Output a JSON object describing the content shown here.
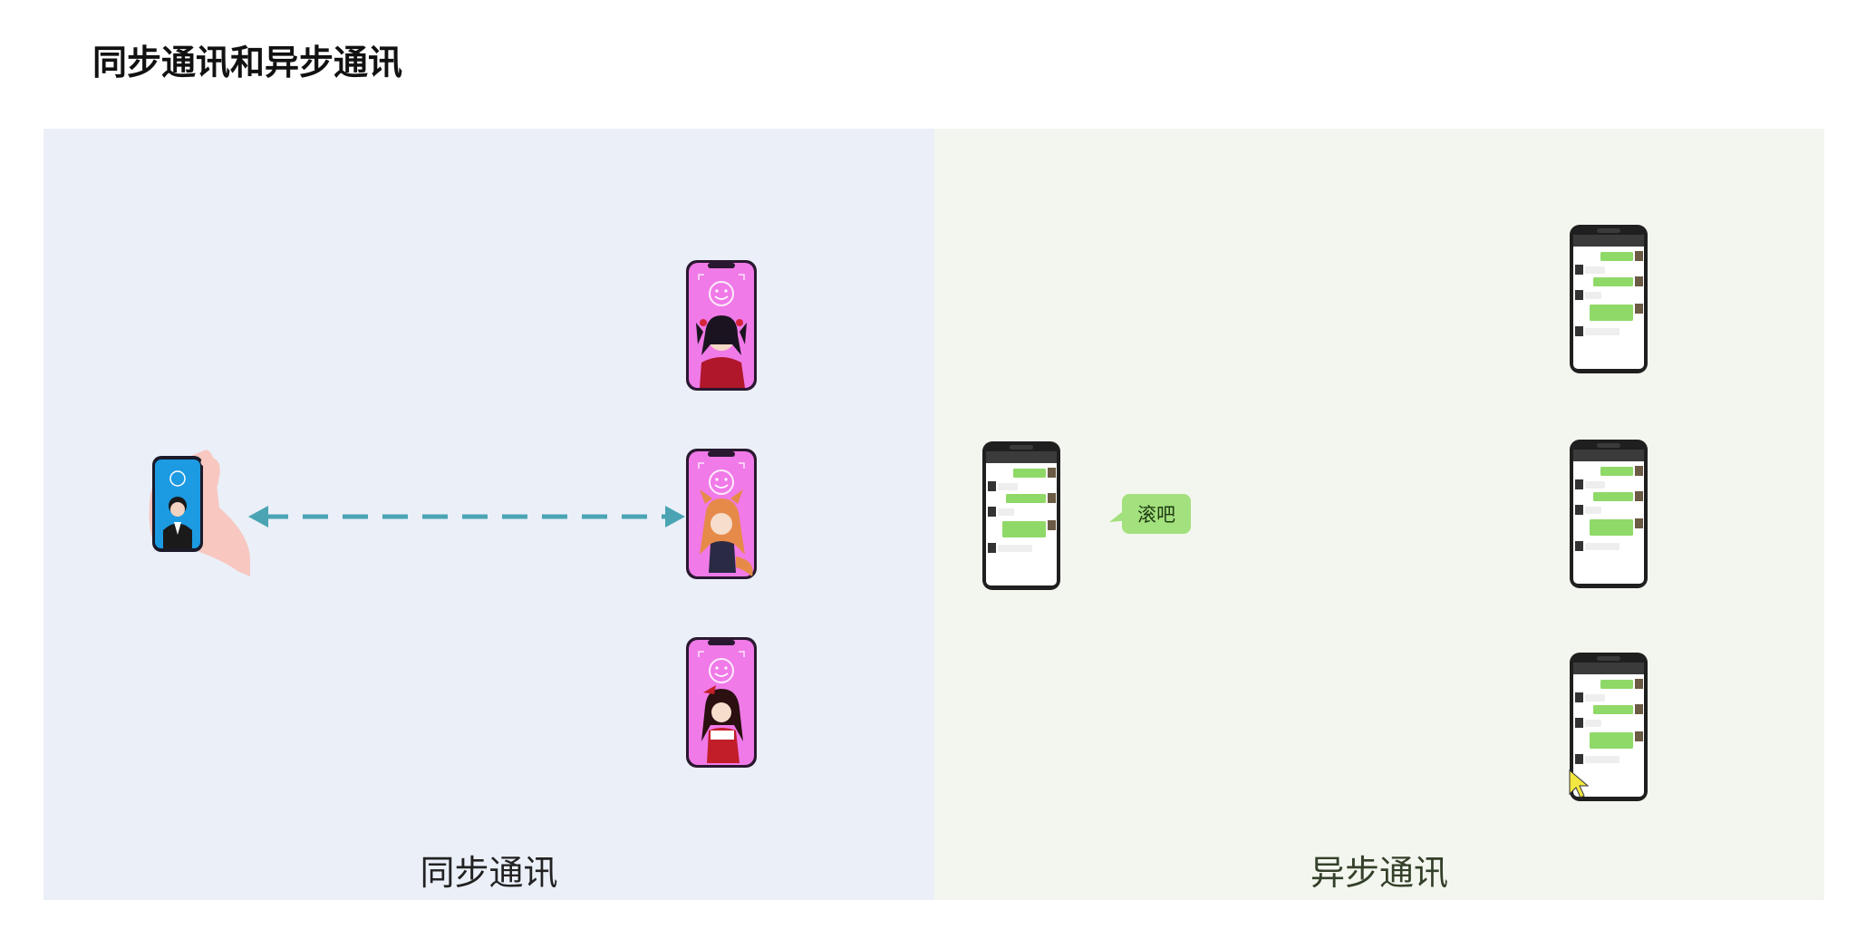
{
  "title": "同步通讯和异步通讯",
  "sync": {
    "caption": "同步通讯",
    "phone_screen_color": "#f07ae8",
    "caller_screen_color": "#1c9ae2",
    "arrow_color": "#4aa4b4"
  },
  "async": {
    "caption": "异步通讯",
    "bubble_text": "滚吧",
    "bubble_color": "#a3e07e",
    "message_color": "#8fd968"
  }
}
